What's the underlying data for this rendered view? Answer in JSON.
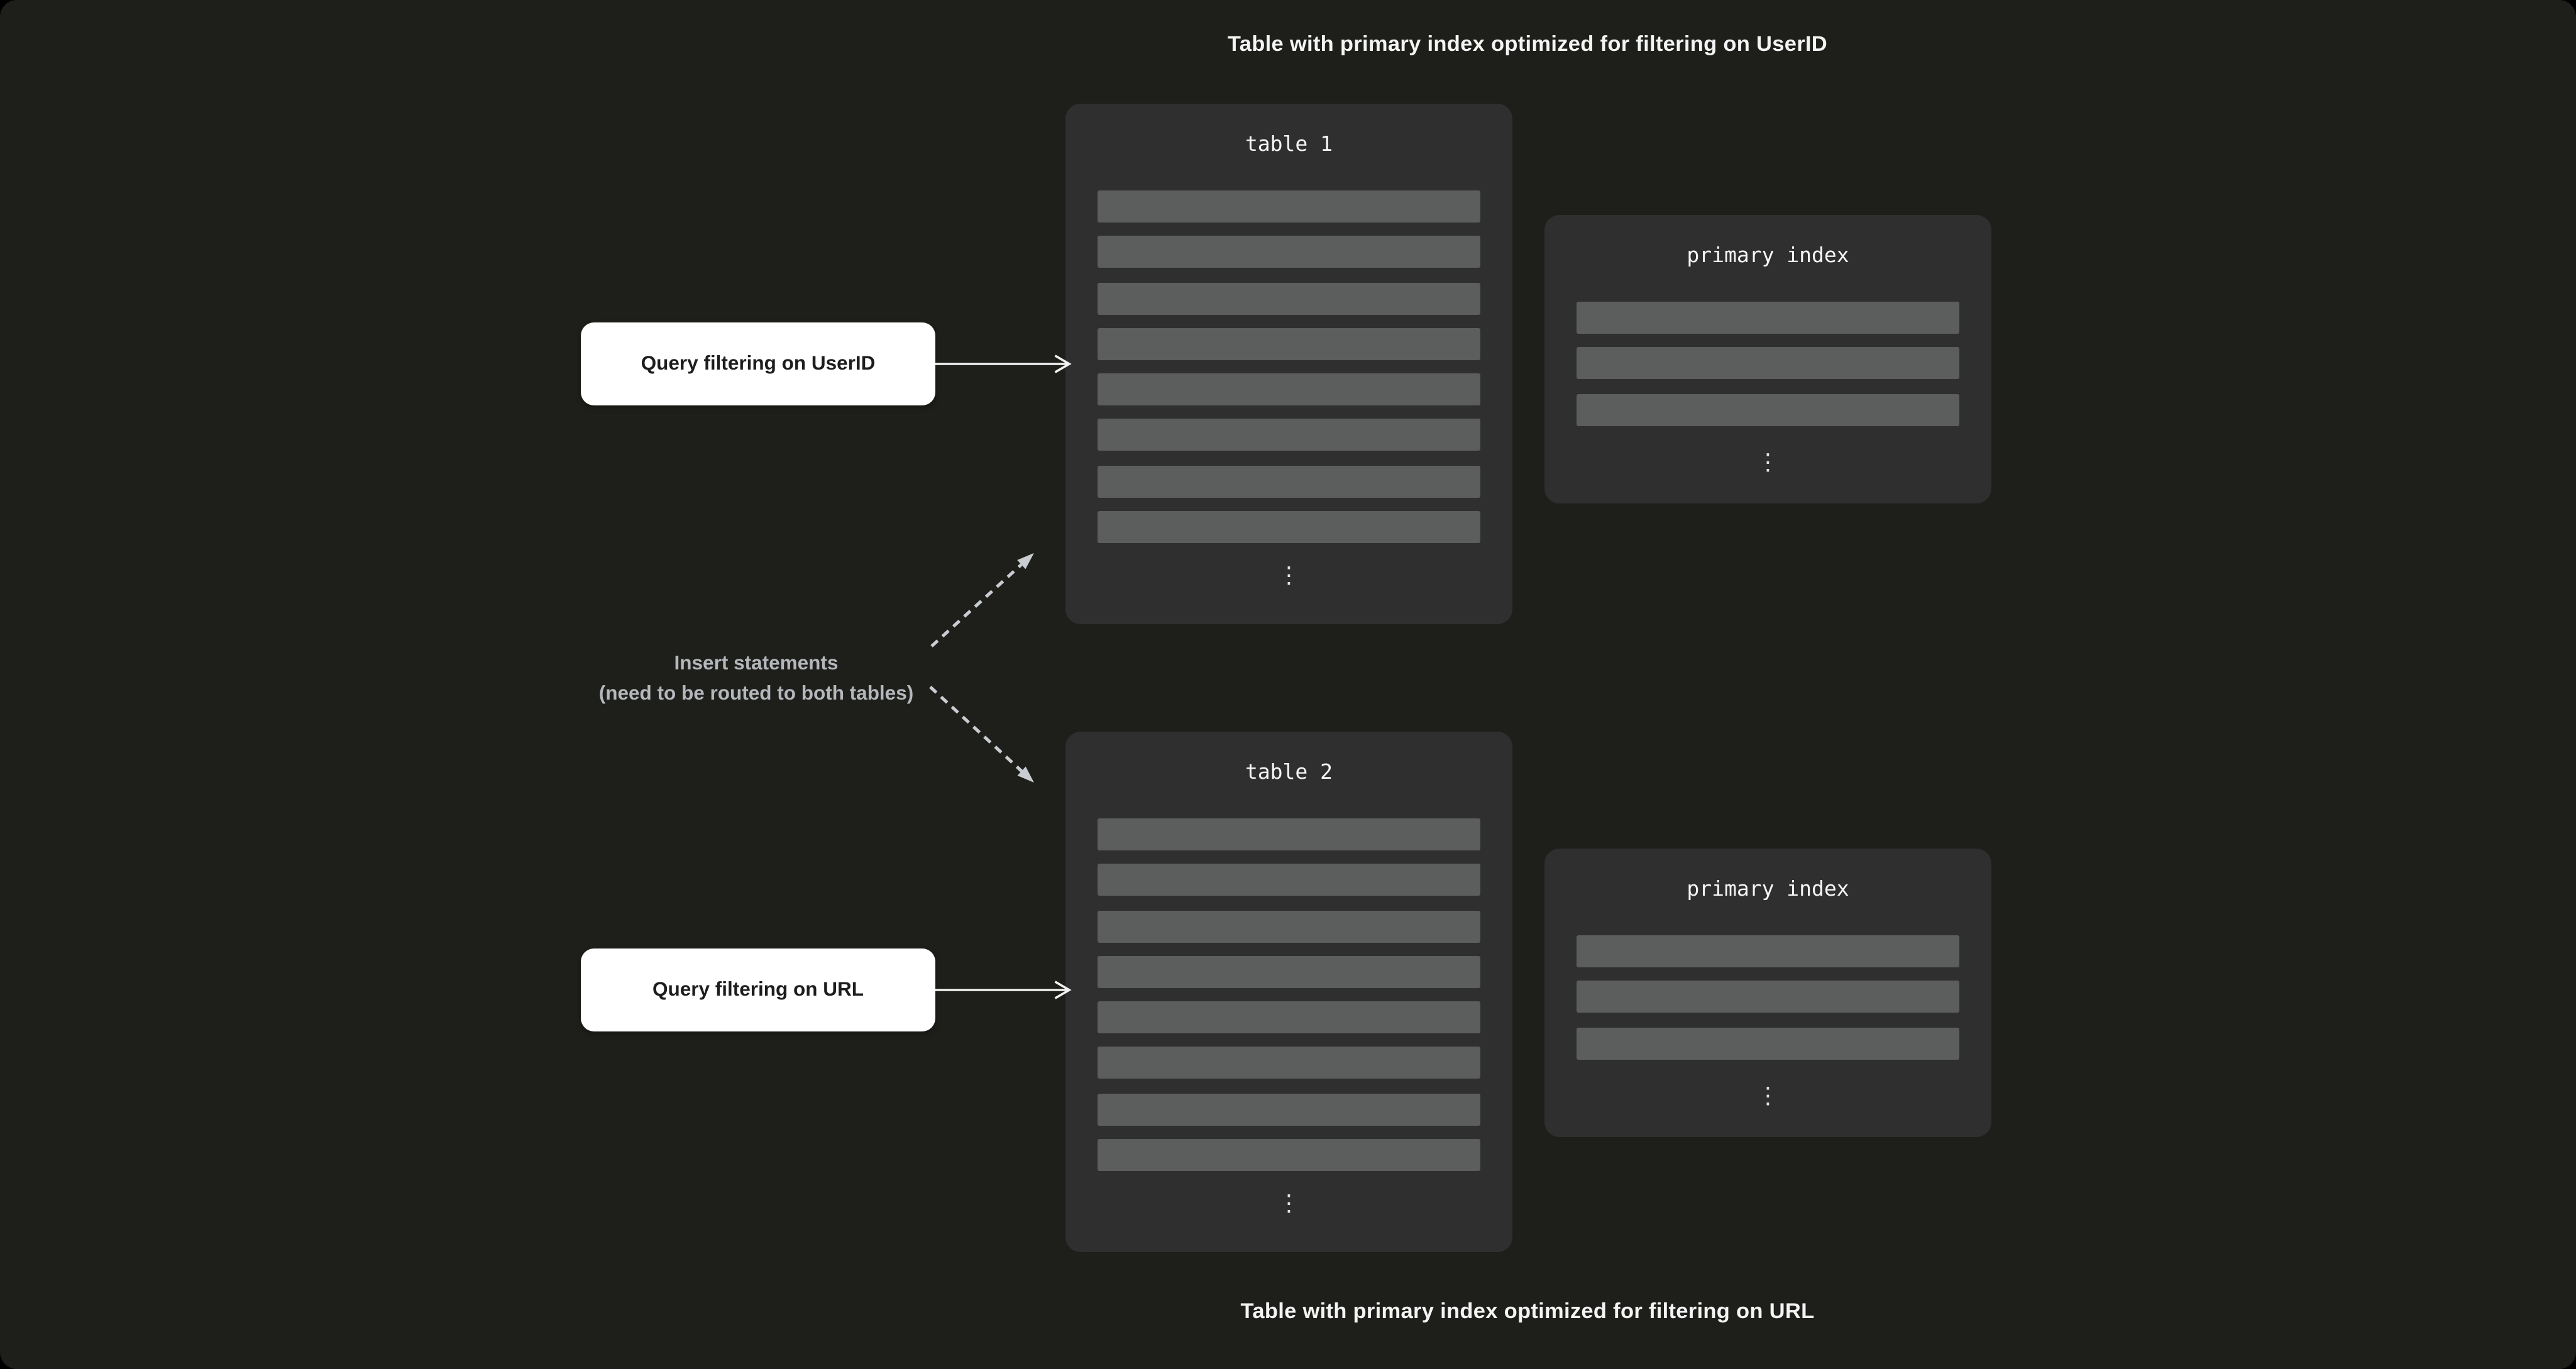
{
  "captions": {
    "top": "Table with primary index optimized for filtering on UserID",
    "bottom": "Table with primary index optimized for filtering on URL"
  },
  "tables": [
    {
      "title": "table 1",
      "row_count": 8
    },
    {
      "title": "table 2",
      "row_count": 8
    }
  ],
  "indexes": [
    {
      "title": "primary index",
      "row_count": 3
    },
    {
      "title": "primary index",
      "row_count": 3
    }
  ],
  "callouts": {
    "userid": "Query filtering on UserID",
    "url": "Query filtering on URL"
  },
  "insert_note": {
    "line1": "Insert statements",
    "line2": "(need to be routed to both tables)"
  },
  "icons": {
    "vertical_ellipsis": "⋮"
  },
  "colors": {
    "canvas_background": "#1e1f1a",
    "page_background": "#000000",
    "card_background": "#2f2f2f",
    "row_fill": "#5c5d5d",
    "callout_background": "#ffffff",
    "callout_text": "#1d1d1d",
    "caption_text": "#f3f4f4",
    "note_text": "#b4b8bd",
    "solid_arrow": "#f2f2f2",
    "dashed_arrow": "#c9cdd2"
  }
}
